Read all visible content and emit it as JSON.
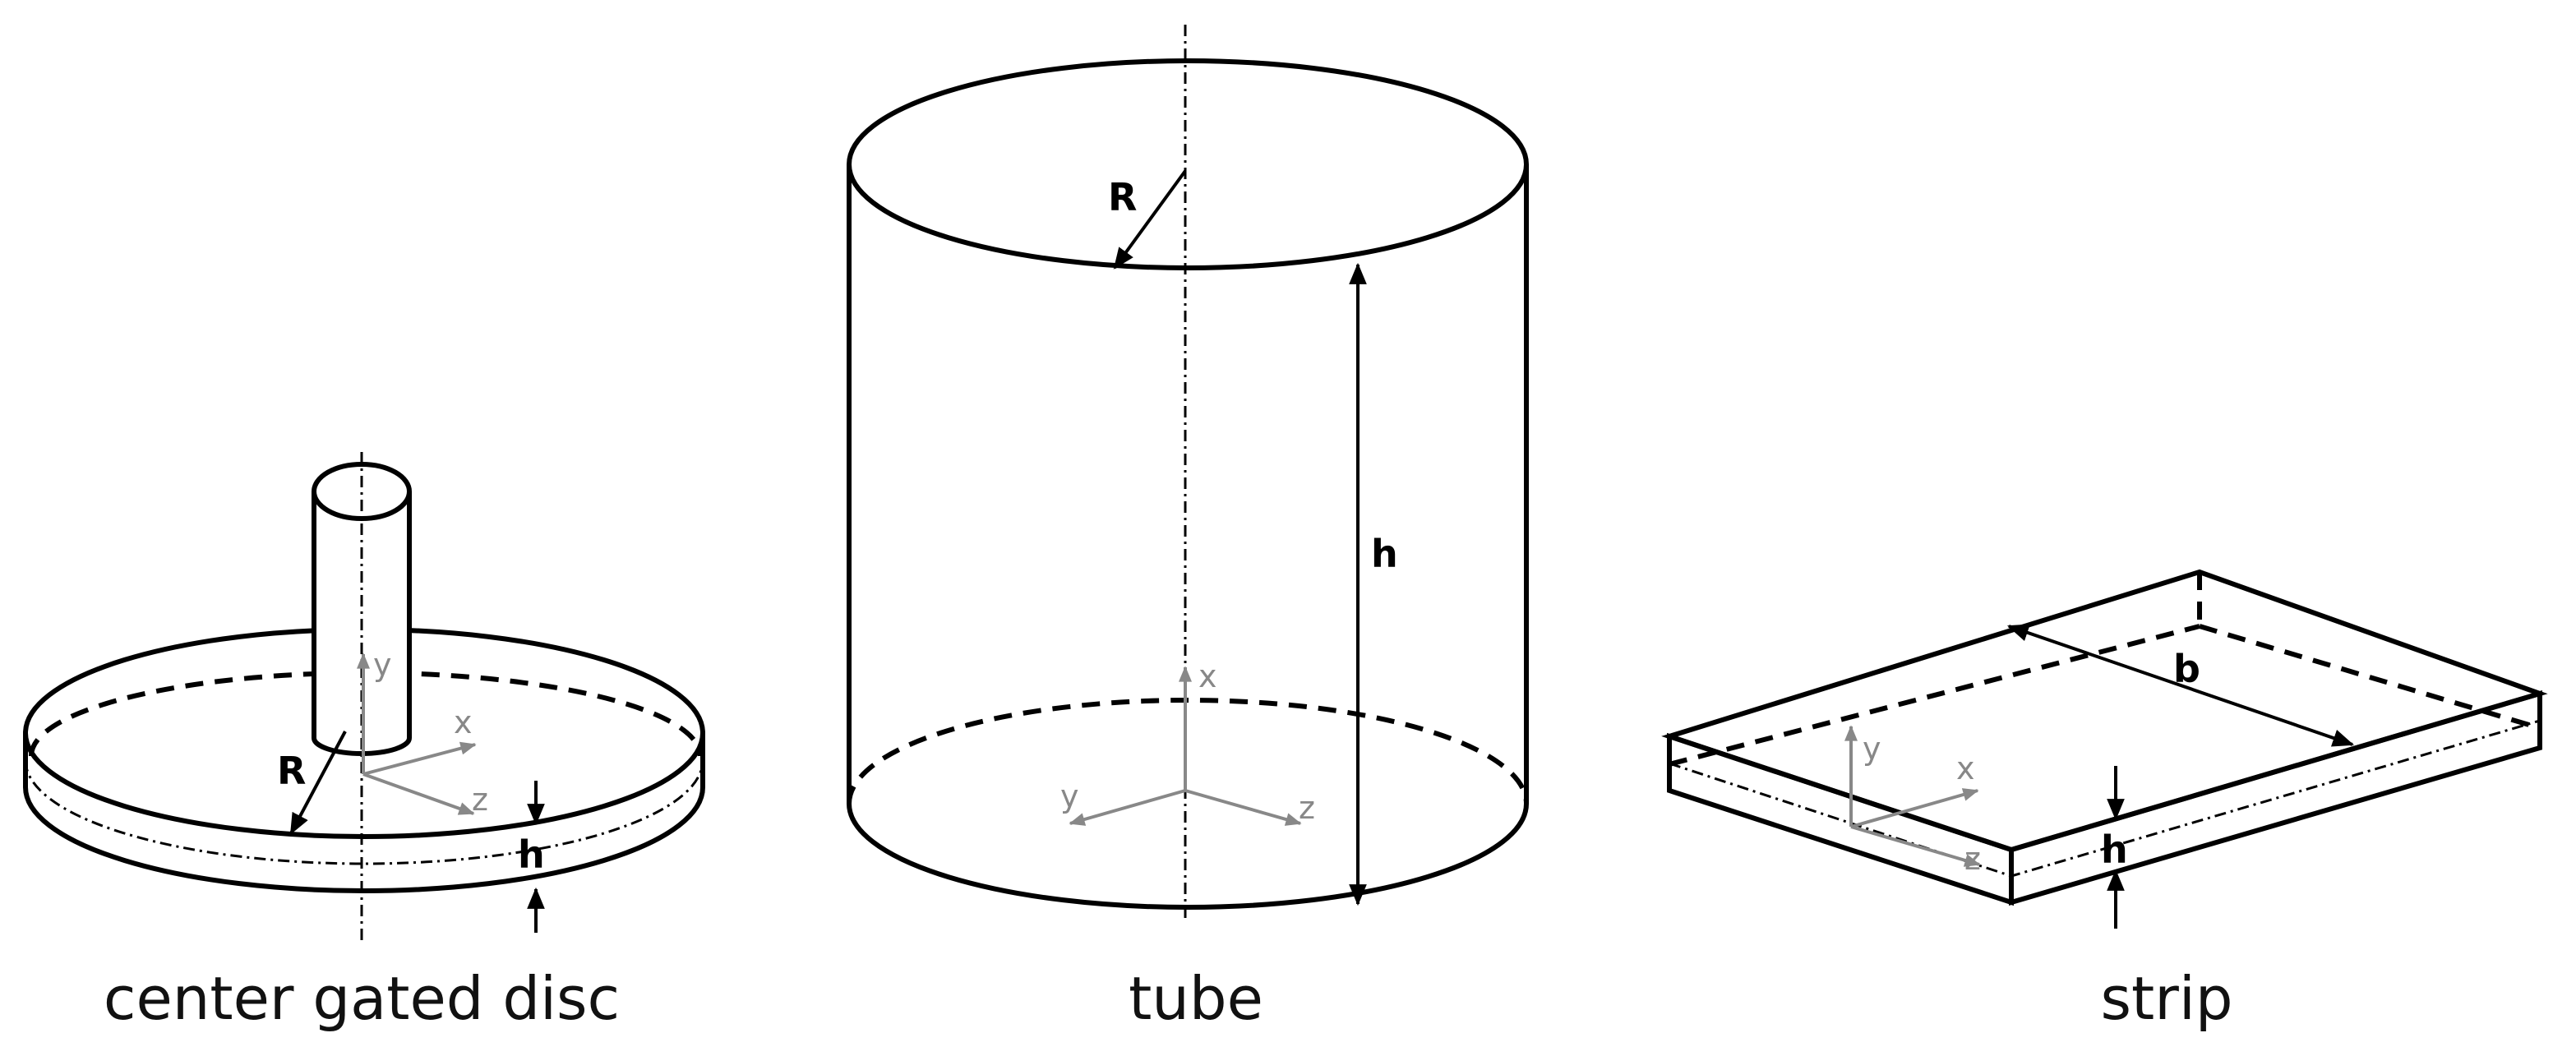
{
  "colors": {
    "outline": "#000000",
    "axis": "#888888",
    "background": "#ffffff"
  },
  "disc": {
    "caption": "center gated disc",
    "radius_label": "R",
    "thickness_label": "h",
    "axes": {
      "x": "x",
      "y": "y",
      "z": "z"
    }
  },
  "tube": {
    "caption": "tube",
    "radius_label": "R",
    "length_label": "h",
    "axes": {
      "x": "x",
      "y": "y",
      "z": "z"
    }
  },
  "strip": {
    "caption": "strip",
    "width_label": "b",
    "thickness_label": "h",
    "axes": {
      "x": "x",
      "y": "y",
      "z": "z"
    }
  }
}
